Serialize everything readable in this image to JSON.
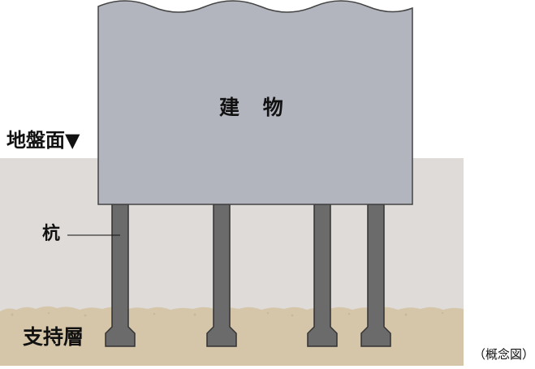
{
  "diagram": {
    "building_label": "建 物",
    "ground_surface_label": "地盤面▼",
    "pile_label": "杭",
    "bearing_layer_label": "支持層",
    "note": "（概念図）",
    "colors": {
      "building_fill": "#b2b5bd",
      "building_stroke": "#444444",
      "soil": "#dedbd8",
      "bearing_layer": "#d5c5a9",
      "pile_fill": "#6b6b6b",
      "pile_stroke": "#333333"
    }
  }
}
